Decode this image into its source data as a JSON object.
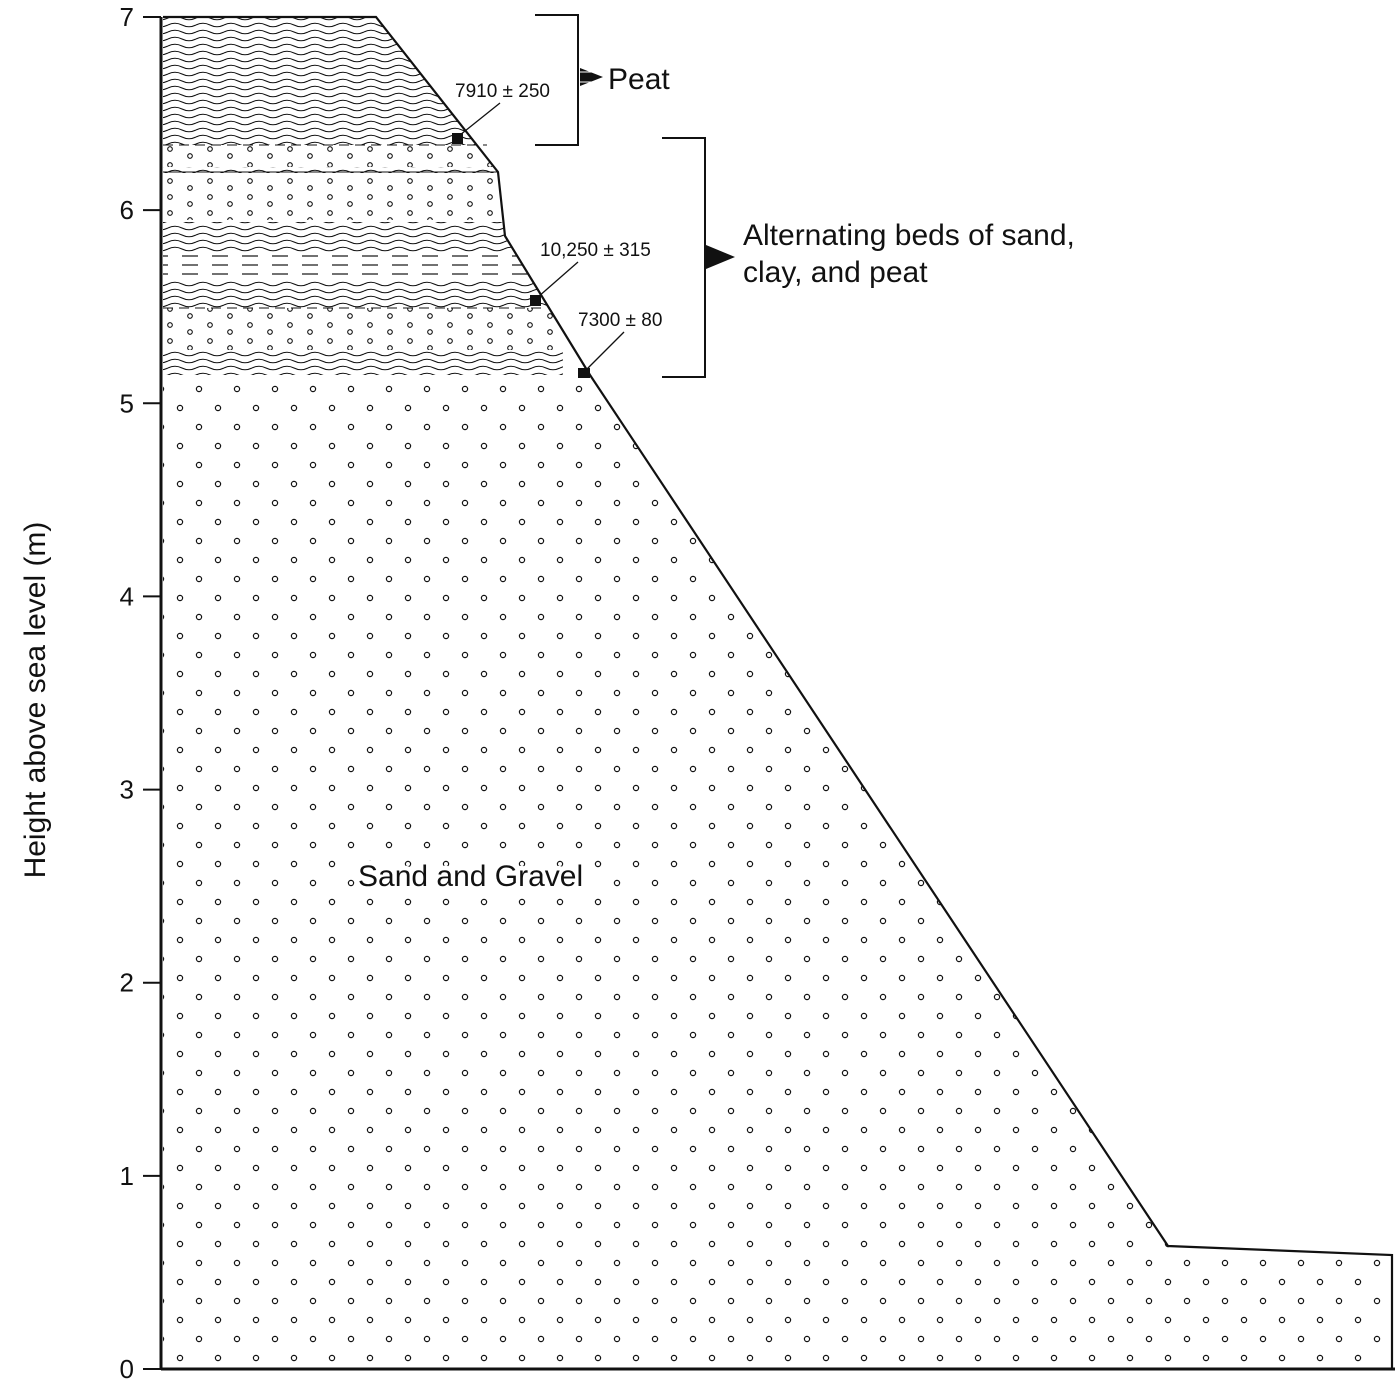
{
  "axis": {
    "title": "Height above sea level (m)",
    "ticks": [
      "0",
      "1",
      "2",
      "3",
      "4",
      "5",
      "6",
      "7"
    ]
  },
  "layers": {
    "sand_gravel": "Sand and Gravel",
    "peat": "Peat",
    "alternating_line1": "Alternating beds of sand,",
    "alternating_line2": "clay, and peat"
  },
  "samples": [
    {
      "date": "7910 ± 250",
      "height_m": 6.37
    },
    {
      "date": "10,250 ± 315",
      "height_m": 5.55
    },
    {
      "date": "7300 ± 80",
      "height_m": 5.17
    }
  ],
  "colors": {
    "ink": "#111111",
    "background": "#ffffff"
  }
}
